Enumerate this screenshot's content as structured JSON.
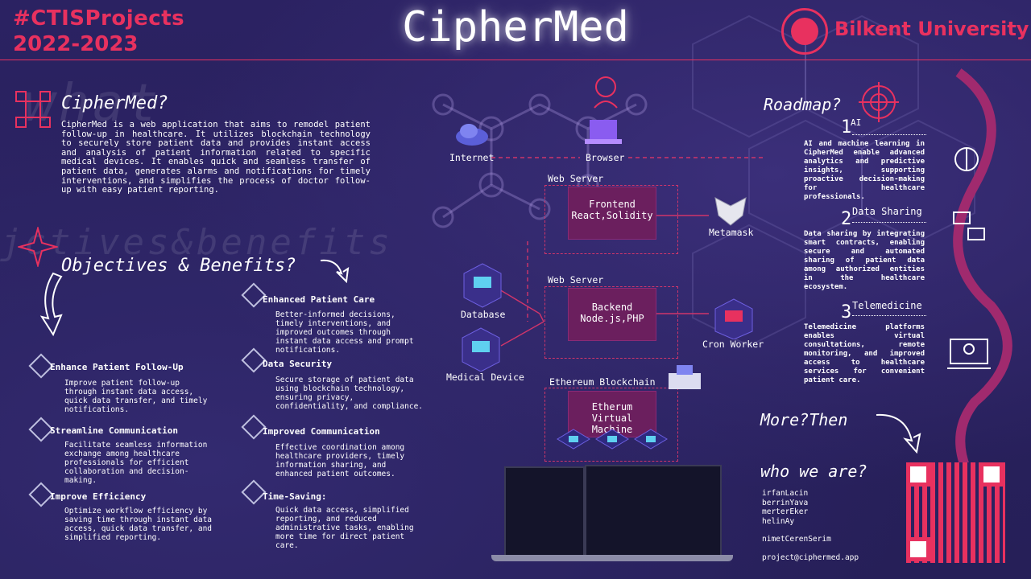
{
  "header": {
    "tag_line1": "#CTISProjects",
    "tag_line2": "2022-2023",
    "title": "CipherMed",
    "university": "Bilkent University"
  },
  "watermarks": {
    "what": "what",
    "objectives": "jctives&benefits"
  },
  "what": {
    "heading": "CipherMed?",
    "text": "CipherMed is a web application that aims to remodel patient follow-up in healthcare. It utilizes blockchain technology to securely store patient data and provides instant access and analysis of patient information related to specific medical devices. It enables quick and seamless transfer of patient data, generates alarms and notifications for timely interventions, and simplifies the process of doctor follow-up with easy patient reporting."
  },
  "objectives": {
    "heading": "Objectives & Benefits?",
    "left": [
      {
        "title": "Enhance Patient Follow-Up",
        "text": "Improve patient follow-up through instant data access, quick data transfer, and timely notifications."
      },
      {
        "title": "Streamline Communication",
        "text": "Facilitate seamless information exchange among healthcare professionals for efficient collaboration and decision-making."
      },
      {
        "title": "Improve Efficiency",
        "text": "Optimize workflow efficiency by saving time through instant data access, quick data transfer, and simplified reporting."
      }
    ],
    "right": [
      {
        "title": "Enhanced Patient Care",
        "text": "Better-informed decisions, timely interventions, and improved outcomes through instant data access and prompt notifications."
      },
      {
        "title": "Data Security",
        "text": "Secure storage of patient data using blockchain technology, ensuring privacy, confidentiality, and compliance."
      },
      {
        "title": "Improved Communication",
        "text": "Effective coordination among healthcare providers, timely information sharing, and enhanced patient outcomes."
      },
      {
        "title": "Time-Saving:",
        "text": "Quick data access, simplified reporting, and reduced administrative tasks, enabling more time for direct patient care."
      }
    ]
  },
  "architecture": {
    "internet": "Internet",
    "browser": "Browser",
    "web_server_1": "Web Server",
    "frontend": "Frontend",
    "frontend_tech": "React,Solidity",
    "metamask": "Metamask",
    "web_server_2": "Web Server",
    "backend": "Backend",
    "backend_tech": "Node.js,PHP",
    "database": "Database",
    "medical_device": "Medical Device",
    "cron_worker": "Cron Worker",
    "ethereum": "Ethereum Blockchain",
    "evm_line1": "Etherum Virtual",
    "evm_line2": "Machine"
  },
  "roadmap": {
    "heading": "Roadmap?",
    "items": [
      {
        "num": "1",
        "title": "AI",
        "text": "AI and machine learning in CipherMed enable advanced analytics and predictive insights, supporting proactive decision-making for healthcare professionals."
      },
      {
        "num": "2",
        "title": "Data Sharing",
        "text": "Data sharing by integrating smart contracts, enabling secure and automated sharing of patient data among authorized entities in the healthcare ecosystem."
      },
      {
        "num": "3",
        "title": "Telemedicine",
        "text": "Telemedicine platforms enables virtual consultations, remote monitoring, and improved access to healthcare services for convenient patient care."
      }
    ]
  },
  "more": {
    "heading": "More?Then"
  },
  "team": {
    "heading": "who we are?",
    "members": [
      "irfanLacin",
      "berrinYava",
      "merterEker",
      "helinAy"
    ],
    "advisor": "nimetCerenSerim",
    "email": "project@ciphermed.app"
  },
  "colors": {
    "accent": "#e8315f",
    "background": "#2a2260",
    "box": "#6b1f5e"
  }
}
